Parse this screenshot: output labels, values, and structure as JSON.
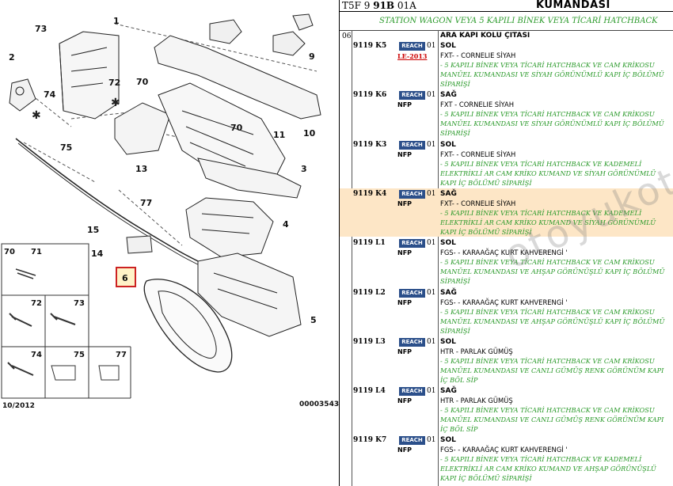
{
  "header": {
    "code_prefix": "T5F 9 ",
    "code_bold": "91B",
    "code_suffix": " 01A",
    "title": "KUMANDASI"
  },
  "subtitle": "STATION WAGON VEYA 5 KAPILI BİNEK VEYA TİCARİ HATCHBACK",
  "group": {
    "number": "06",
    "title": "ARA KAPI KOLU ÇITASI"
  },
  "entries": [
    {
      "code": "9119 K5",
      "badge": "REACH",
      "qty": "01",
      "side": "SOL",
      "note": "LE-2013",
      "note_type": "le",
      "desc": "FXT- - CORNELIE SİYAH",
      "detail": "- 5 KAPILI BİNEK VEYA TİCARİ HATCHBACK VE CAM KRİKOSU MANÜEL KUMANDASI VE SİYAH GÖRÜNÜMLÜ KAPI İÇ BÖLÜMÜ SİPARİŞİ",
      "highlight": false
    },
    {
      "code": "9119 K6",
      "badge": "REACH",
      "qty": "01",
      "side": "SAĞ",
      "note": "NFP",
      "note_type": "nfp",
      "desc": "FXT - CORNELIE SİYAH",
      "detail": "- 5 KAPILI BİNEK VEYA TİCARİ HATCHBACK VE CAM KRİKOSU MANÜEL KUMANDASI VE SİYAH GÖRÜNÜMLÜ KAPI İÇ BÖLÜMÜ SİPARİŞİ",
      "highlight": false
    },
    {
      "code": "9119 K3",
      "badge": "REACH",
      "qty": "01",
      "side": "SOL",
      "note": "NFP",
      "note_type": "nfp",
      "desc": "FXT- - CORNELIE SİYAH",
      "detail": "- 5 KAPILI BİNEK VEYA TİCARİ HATCHBACK VE KADEMELİ ELEKTRİKLİ AR CAM KRİKO KUMAND VE SİYAH GÖRÜNÜMLÜ KAPI İÇ BÖLÜMÜ SİPARİŞİ",
      "highlight": false
    },
    {
      "code": "9119 K4",
      "badge": "REACH",
      "qty": "01",
      "side": "SAĞ",
      "note": "NFP",
      "note_type": "nfp",
      "desc": "FXT- - CORNELIE SİYAH",
      "detail": "- 5 KAPILI BİNEK VEYA TİCARİ HATCHBACK VE KADEMELİ ELEKTRİKLİ AR CAM KRİKO KUMAND VE SİYAH GÖRÜNÜMLÜ KAPI İÇ BÖLÜMÜ SİPARİŞİ",
      "highlight": true
    },
    {
      "code": "9119 L1",
      "badge": "REACH",
      "qty": "01",
      "side": "SOL",
      "note": "NFP",
      "note_type": "nfp",
      "desc": "FGS- - KARAAĞAÇ KURT KAHVERENGİ '",
      "detail": "- 5 KAPILI BİNEK VEYA TİCARİ HATCHBACK VE CAM KRİKOSU MANÜEL KUMANDASI VE AHŞAP GÖRÜNÜŞLÜ KAPI İÇ BÖLÜMÜ SİPARİŞİ",
      "highlight": false
    },
    {
      "code": "9119 L2",
      "badge": "REACH",
      "qty": "01",
      "side": "SAĞ",
      "note": "NFP",
      "note_type": "nfp",
      "desc": "FGS- - KARAAĞAÇ KURT KAHVERENGİ '",
      "detail": "- 5 KAPILI BİNEK VEYA TİCARİ HATCHBACK VE CAM KRİKOSU MANÜEL KUMANDASI VE AHŞAP GÖRÜNÜŞLÜ KAPI İÇ BÖLÜMÜ SİPARİŞİ",
      "highlight": false
    },
    {
      "code": "9119 L3",
      "badge": "REACH",
      "qty": "01",
      "side": "SOL",
      "note": "NFP",
      "note_type": "nfp",
      "desc": "HTR - PARLAK GÜMÜŞ",
      "detail": "- 5 KAPILI BİNEK VEYA TİCARİ HATCHBACK VE CAM KRİKOSU MANÜEL KUMANDASI VE CANLI GÜMÜŞ RENK GÖRÜNÜM KAPI İÇ BÖL SİP",
      "highlight": false
    },
    {
      "code": "9119 L4",
      "badge": "REACH",
      "qty": "01",
      "side": "SAĞ",
      "note": "NFP",
      "note_type": "nfp",
      "desc": "HTR - PARLAK GÜMÜŞ",
      "detail": "- 5 KAPILI BİNEK VEYA TİCARİ HATCHBACK VE CAM KRİKOSU MANÜEL KUMANDASI VE CANLI GÜMÜŞ RENK GÖRÜNÜM KAPI İÇ BÖL SİP",
      "highlight": false
    },
    {
      "code": "9119 K7",
      "badge": "REACH",
      "qty": "01",
      "side": "SOL",
      "note": "NFP",
      "note_type": "nfp",
      "desc": "FGS- - KARAAĞAÇ KURT KAHVERENGİ '",
      "detail": "- 5 KAPILI BİNEK VEYA TİCARİ HATCHBACK VE KADEMELİ ELEKTRİKLİ AR CAM KRİKO KUMAND VE AHŞAP GÖRÜNÜŞLÜ KAPI İÇ BÖLÜMÜ SİPARİŞİ",
      "highlight": false
    }
  ],
  "diagram": {
    "labels": [
      "1",
      "2",
      "3",
      "4",
      "5",
      "6",
      "9",
      "10",
      "11",
      "13",
      "14",
      "15",
      "70",
      "72",
      "73",
      "74",
      "75",
      "77"
    ],
    "selected_label": "6",
    "hardware_labels": [
      "70",
      "71",
      "72",
      "73",
      "74",
      "75",
      "77"
    ],
    "date": "10/2012",
    "ref": "00003543"
  },
  "watermark": "otoyukoto.com",
  "colors": {
    "highlight": "#fde6c6",
    "green_text": "#2a9a2a",
    "reach_badge": "#2b4f8a",
    "selected_box": "#cc2222"
  }
}
